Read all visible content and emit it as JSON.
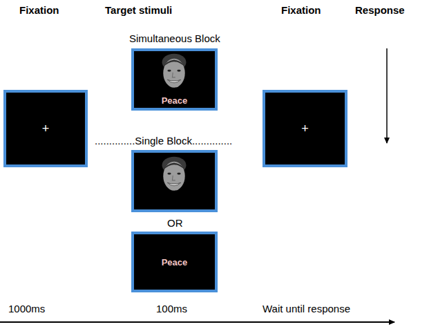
{
  "diagram": {
    "nodes": [
      {
        "text": [
          "+"
        ]
      },
      {
        "text": [
          "Peace"
        ]
      },
      {
        "text": [
          "Peace"
        ]
      },
      {
        "text": [
          "+"
        ]
      }
    ],
    "labels": [
      "Fixation",
      "Target stimuli",
      "Fixation",
      "Response",
      "Simultaneous Block",
      "..............Single Block..............",
      "OR",
      "1000ms",
      "100ms",
      "Wait until response"
    ]
  }
}
